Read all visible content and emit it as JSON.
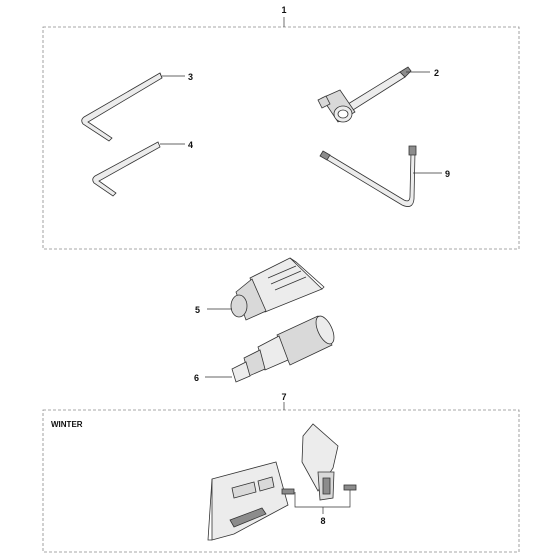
{
  "callouts": {
    "c1": "1",
    "c2": "2",
    "c3": "3",
    "c4": "4",
    "c5": "5",
    "c6": "6",
    "c7": "7",
    "c8": "8",
    "c9": "9"
  },
  "sections": {
    "winter_label": "WINTER"
  },
  "parts": {
    "p1": "tool-kit-group",
    "p2": "spark-plug-wrench",
    "p3": "hex-key-large",
    "p4": "hex-key-small",
    "p5": "grease-tube",
    "p6": "grease-gun",
    "p7": "winter-kit-group",
    "p8": "screws",
    "p9": "torx-key"
  }
}
